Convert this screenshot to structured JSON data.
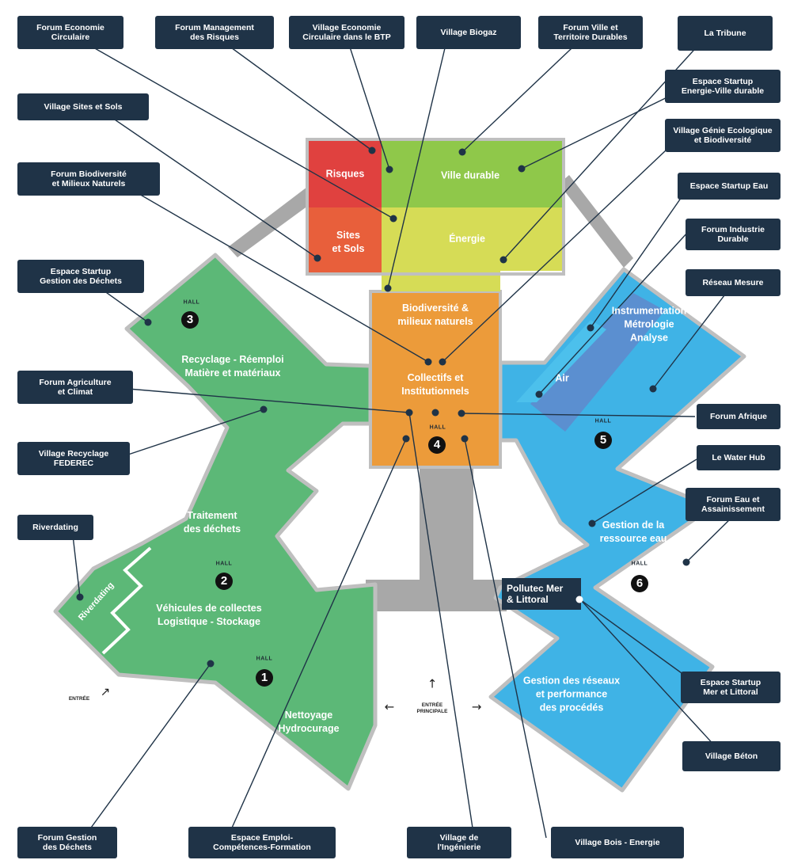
{
  "labels": {
    "forum_economie_circulaire": "Forum Economie\nCirculaire",
    "forum_management_risques": "Forum Management\ndes Risques",
    "village_economie_circulaire_btp": "Village Economie\nCirculaire dans le BTP",
    "village_biogaz": "Village Biogaz",
    "forum_ville_territoire": "Forum Ville et\nTerritoire Durables",
    "la_tribune": "La Tribune",
    "espace_startup_energie": "Espace Startup\nEnergie-Ville durable",
    "village_sites_sols": "Village Sites et Sols",
    "village_genie_ecologique": "Village Génie Ecologique\net Biodiversité",
    "forum_biodiversite": "Forum Biodiversité\net Milieux Naturels",
    "espace_startup_eau": "Espace Startup Eau",
    "forum_industrie_durable": "Forum Industrie\nDurable",
    "espace_startup_dechets": "Espace Startup\nGestion des Déchets",
    "reseau_mesure": "Réseau Mesure",
    "forum_agriculture": "Forum Agriculture\net Climat",
    "forum_afrique": "Forum Afrique",
    "village_recyclage_federec": "Village Recyclage\nFEDEREC",
    "le_water_hub": "Le Water Hub",
    "riverdating": "Riverdating",
    "forum_eau_assainissement": "Forum Eau et\nAssainissement",
    "espace_startup_mer": "Espace Startup\nMer et Littoral",
    "village_beton": "Village Béton",
    "forum_gestion_dechets": "Forum Gestion\ndes Déchets",
    "espace_emploi": "Espace Emploi-\nCompétences-Formation",
    "village_ingenierie": "Village de\nl'Ingénierie",
    "village_bois_energie": "Village Bois - Energie"
  },
  "zones": {
    "risques": "Risques",
    "sites_sols": "Sites\net Sols",
    "ville_durable": "Ville durable",
    "energie": "Énergie",
    "biodiversite": "Biodiversité &\nmilieux naturels",
    "collectifs": "Collectifs et\nInstitutionnels",
    "recyclage": "Recyclage - Réemploi\nMatière et matériaux",
    "traitement": "Traitement\ndes déchets",
    "vehicules": "Véhicules de collectes\nLogistique - Stockage",
    "nettoyage": "Nettoyage\nHydrocurage",
    "instrumentation": "Instrumentation\nMétrologie\nAnalyse",
    "air": "Air",
    "gestion_ressource": "Gestion de la\nressource eau",
    "gestion_reseaux": "Gestion des réseaux\net performance\ndes procédés",
    "riverdating_zone": "Riverdating",
    "pollutec_mer": "Pollutec Mer\n& Littoral"
  },
  "halls": {
    "word": "HALL",
    "h1": "1",
    "h2": "2",
    "h3": "3",
    "h4": "4",
    "h5": "5",
    "h6": "6"
  },
  "entrances": {
    "entree": "ENTRÉE",
    "entree_principale": "ENTRÉE\nPRINCIPALE"
  },
  "colors": {
    "label_bg": "#1f3347",
    "green_hall": "#5cb877",
    "blue_hall": "#3fb3e6",
    "orange_hall": "#ec9b3a",
    "risques_red": "#e0413f",
    "sites_sols_orange": "#e85f3b",
    "ville_green": "#8fc84a",
    "energie_yellow": "#d6dc56",
    "metrologie_blue": "#5b8fd0",
    "gray_corridor": "#a8a8a8"
  }
}
